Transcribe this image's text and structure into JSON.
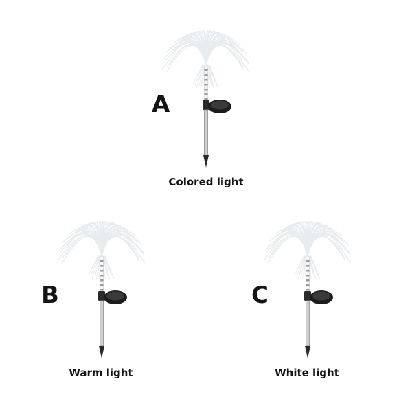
{
  "options": [
    {
      "letter": "A",
      "caption": "Colored light"
    },
    {
      "letter": "B",
      "caption": "Warm light"
    },
    {
      "letter": "C",
      "caption": "White light"
    }
  ],
  "colors": {
    "background": "#ffffff",
    "text": "#141414",
    "fiber": "#e9ecef",
    "stake": "#2a2a2a",
    "solar_panel": "#1c1c1c"
  },
  "icons": {
    "lamp": "jellyfish-solar-stake-light-icon"
  }
}
